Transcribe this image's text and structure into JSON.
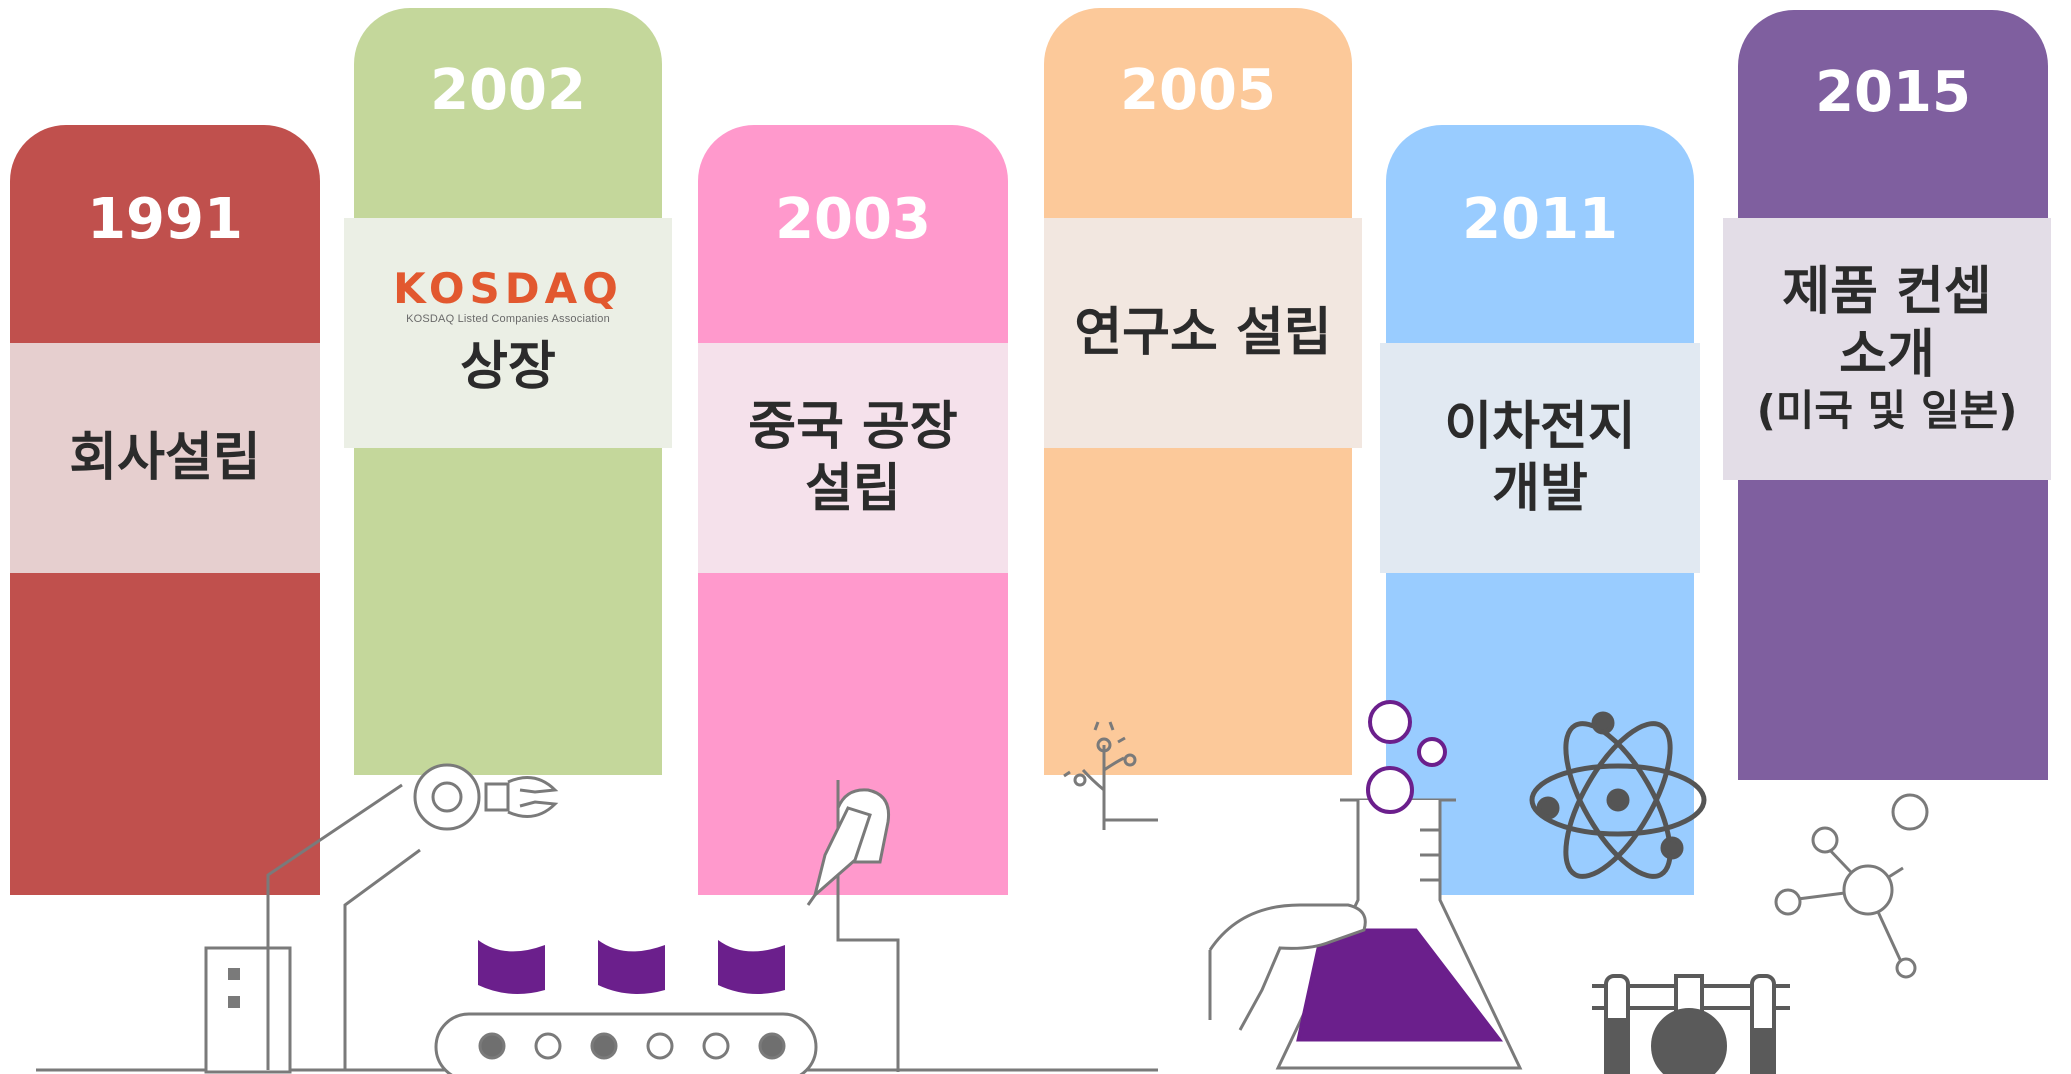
{
  "timeline": [
    {
      "year": "1991",
      "lines": [
        "회사설립"
      ],
      "color": "#c0504d"
    },
    {
      "year": "2002",
      "logo": {
        "text": "KOSDAQ",
        "subtext": "KOSDAQ Listed Companies Association"
      },
      "lines": [
        "상장"
      ],
      "color": "#c4d79b"
    },
    {
      "year": "2003",
      "lines": [
        "중국 공장",
        "설립"
      ],
      "color": "#ff99cc"
    },
    {
      "year": "2005",
      "lines": [
        "연구소 설립"
      ],
      "color": "#fcc99a"
    },
    {
      "year": "2011",
      "lines": [
        "이차전지",
        "개발"
      ],
      "color": "#99ccff"
    },
    {
      "year": "2015",
      "lines": [
        "제품 컨셉",
        "소개",
        "(미국 및 일본)"
      ],
      "color": "#7f5f9f"
    }
  ],
  "colors": {
    "line_art": "#7a7a7a",
    "accent_purple": "#6b1f8c"
  },
  "icons": [
    "factory-icon",
    "robot-arm-icon",
    "conveyor-belt-icon",
    "flag-icon",
    "pen-hand-icon",
    "sprout-icon",
    "flask-icon",
    "bubbles-icon",
    "atom-icon",
    "test-tubes-icon",
    "molecule-icon"
  ]
}
